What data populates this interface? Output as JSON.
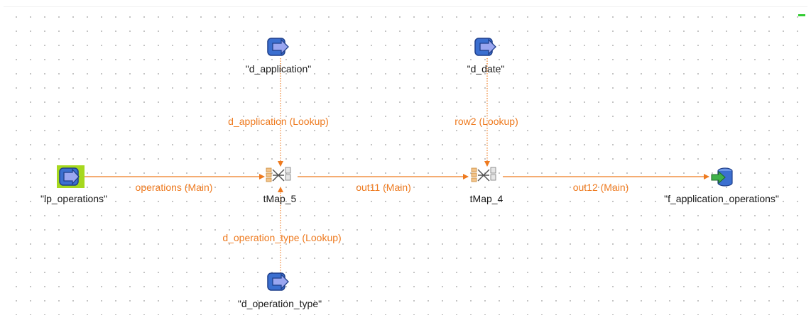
{
  "components": {
    "lp_operations": "\"lp_operations\"",
    "d_application": "\"d_application\"",
    "d_date": "\"d_date\"",
    "d_operation_type": "\"d_operation_type\"",
    "tmap5": "tMap_5",
    "tmap4": "tMap_4",
    "f_application_operations": "\"f_application_operations\""
  },
  "links": {
    "operations_main": "operations (Main)",
    "out11_main": "out11 (Main)",
    "out12_main": "out12 (Main)",
    "d_application_lookup": "d_application (Lookup)",
    "row2_lookup": "row2 (Lookup)",
    "d_operation_type_lookup": "d_operation_type (Lookup)"
  },
  "colors": {
    "link": "#ee7a1f",
    "input_icon": "#3b6fd0",
    "selected_highlight": "#a6d81e",
    "output_arrow": "#3fb24a"
  },
  "icons": {
    "input": "database-input-icon",
    "tmap": "tmap-icon",
    "output": "database-output-icon"
  }
}
